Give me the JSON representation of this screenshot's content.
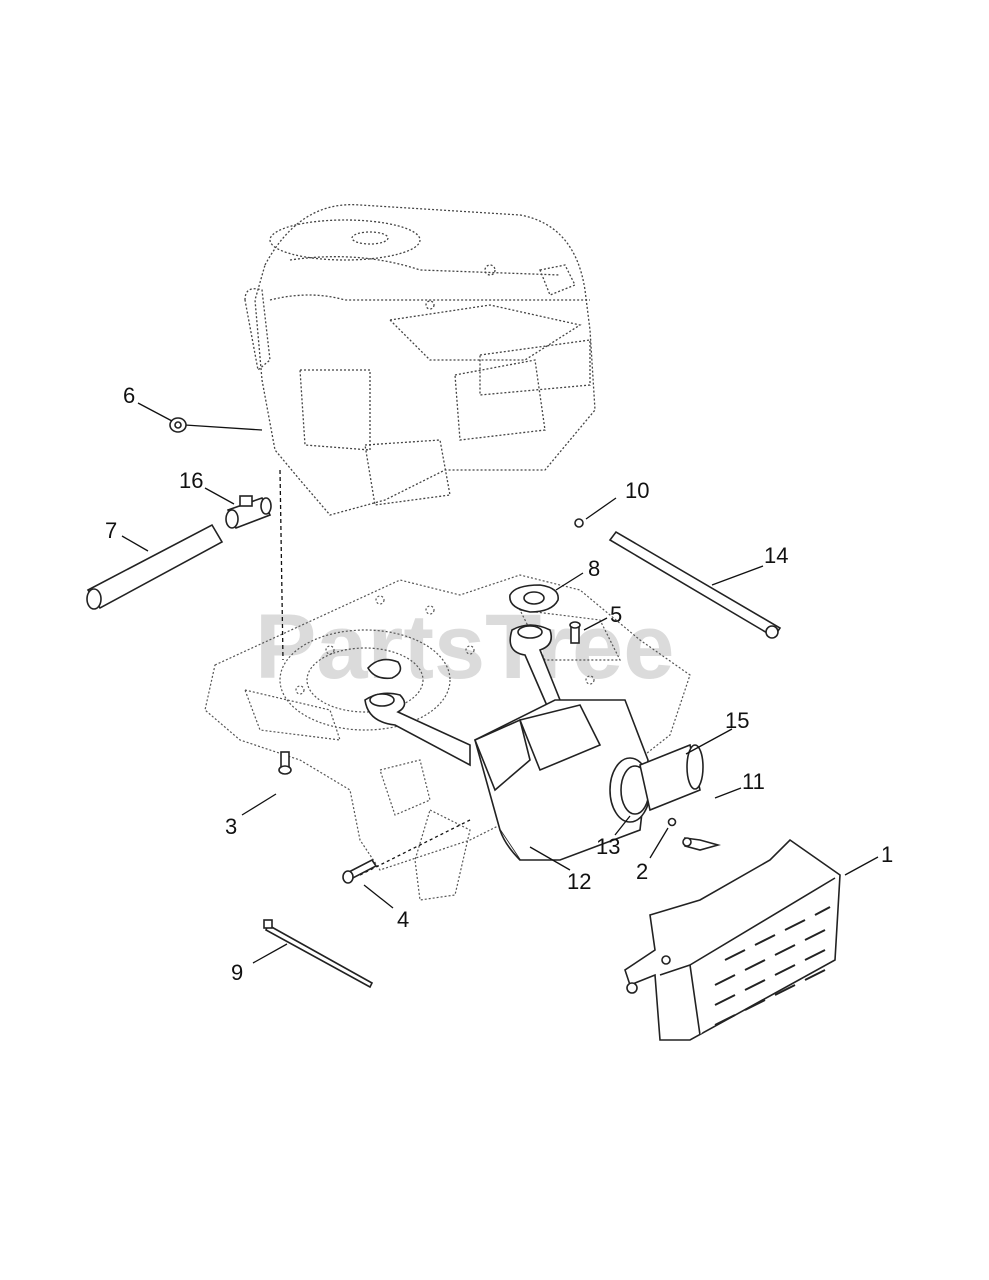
{
  "watermark": "PartsTree",
  "callouts": [
    {
      "id": "callout-1",
      "text": "1"
    },
    {
      "id": "callout-2",
      "text": "2"
    },
    {
      "id": "callout-3",
      "text": "3"
    },
    {
      "id": "callout-4",
      "text": "4"
    },
    {
      "id": "callout-5",
      "text": "5"
    },
    {
      "id": "callout-6",
      "text": "6"
    },
    {
      "id": "callout-7",
      "text": "7"
    },
    {
      "id": "callout-8",
      "text": "8"
    },
    {
      "id": "callout-9",
      "text": "9"
    },
    {
      "id": "callout-10",
      "text": "10"
    },
    {
      "id": "callout-11",
      "text": "11"
    },
    {
      "id": "callout-12",
      "text": "12"
    },
    {
      "id": "callout-13",
      "text": "13"
    },
    {
      "id": "callout-14",
      "text": "14"
    },
    {
      "id": "callout-15",
      "text": "15"
    },
    {
      "id": "callout-16",
      "text": "16"
    }
  ]
}
